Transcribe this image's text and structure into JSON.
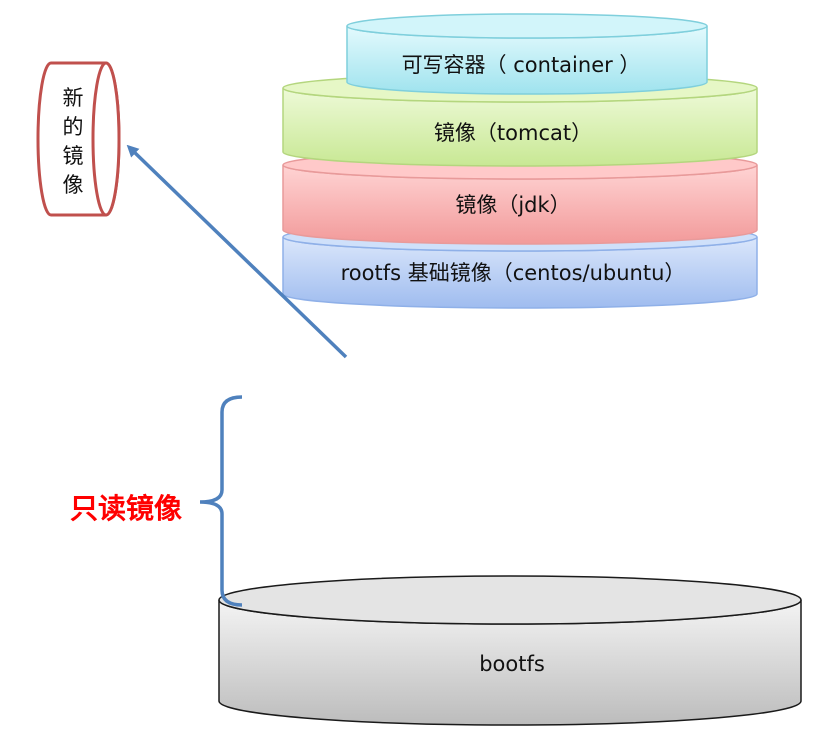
{
  "layers": {
    "container": "可写容器（ container ）",
    "tomcat": "镜像（tomcat）",
    "jdk": "镜像（jdk）",
    "rootfs": "rootfs 基础镜像（centos/ubuntu）",
    "bootfs": "bootfs"
  },
  "new_image": {
    "chars": [
      "新",
      "的",
      "镜",
      "像"
    ]
  },
  "readonly": {
    "label": "只读镜像",
    "color": "#ff0000"
  },
  "colors": {
    "container_fill": "#bfeff6",
    "tomcat_fill": "#d9f2a8",
    "jdk_fill": "#f7b5b5",
    "rootfs_fill": "#bcd3f5",
    "bootfs_fill": "#dcdcdc",
    "cylinder_stroke_blue": "#4f81bd",
    "new_image_stroke": "#c0504d",
    "arrow_color": "#4f81bd",
    "bracket_color": "#4f81bd"
  }
}
